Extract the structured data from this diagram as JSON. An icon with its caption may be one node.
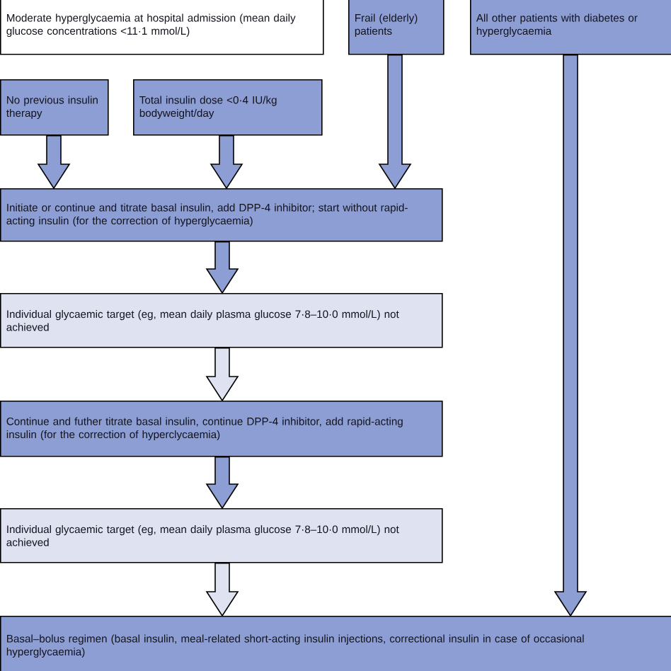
{
  "diagram": {
    "nodes": [
      {
        "text": [
          "Moderate hyperglycaemia at hospital admission (mean daily glucose concentrations <11·1 mmol/L)"
        ]
      },
      {
        "text": [
          "Frail (elderly) patients"
        ]
      },
      {
        "text": [
          "All other patients with diabetes or hyperglycaemia"
        ]
      },
      {
        "text": [
          "No previous insulin therapy"
        ]
      },
      {
        "text": [
          "Total insulin dose <0·4 IU/kg bodyweight/day"
        ]
      },
      {
        "text": [
          "Initiate or continue and titrate basal insulin, add DPP-4 inhibitor; start without rapid-acting insulin (for the correction of hyperglycaemia)"
        ]
      },
      {
        "text": [
          "Individual glycaemic target (eg, mean daily plasma glucose 7·8–10·0 mmol/L) not achieved"
        ]
      },
      {
        "text": [
          "Continue and futher titrate basal insulin, continue DPP-4 inhibitor, add rapid-acting insulin (for the correction of hyperclycaemia)"
        ]
      },
      {
        "text": [
          "Individual glycaemic target (eg, mean daily plasma glucose 7·8–10·0 mmol/L) not achieved"
        ]
      },
      {
        "text": [
          "Basal–bolus regimen (basal insulin, meal-related short-acting insulin injections, correctional insulin in case of occasional hyperglycaemia)"
        ]
      }
    ],
    "edges": [
      {
        "from": 3,
        "to": 5,
        "arrow": "to"
      },
      {
        "from": 4,
        "to": 5,
        "arrow": "to"
      },
      {
        "from": 1,
        "to": 5,
        "arrow": "to"
      },
      {
        "from": 5,
        "to": 6,
        "arrow": "to"
      },
      {
        "from": 6,
        "to": 7,
        "arrow": "to",
        "color": "#dfe2f1"
      },
      {
        "from": 7,
        "to": 8,
        "arrow": "to"
      },
      {
        "from": 8,
        "to": 9,
        "arrow": "to",
        "color": "#dfe2f1"
      },
      {
        "from": 2,
        "to": 9,
        "arrow": "to"
      }
    ]
  }
}
